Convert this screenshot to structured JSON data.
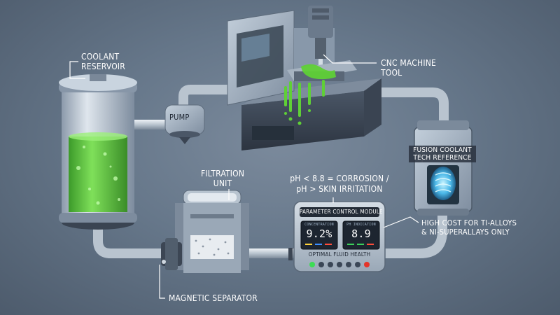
{
  "labels": {
    "coolant_reservoir": [
      "COOLANT",
      "RESERVOIR"
    ],
    "pump": "PUMP",
    "cnc_machine": [
      "CNC MACHINE",
      "TOOL"
    ],
    "fusion_coolant": [
      "FUSION COOLANT",
      "TECH REFERENCE"
    ],
    "filtration_unit": [
      "FILTRATION",
      "UNIT"
    ],
    "magnetic_separator": "MAGNETIC SEPARATOR",
    "ph_note": [
      "pH < 8.8 = CORROSION /",
      "pH > SKIN IRRITATION"
    ],
    "high_cost": [
      "HIGH COST FOR TI-ALLOYS",
      "& NI-SUPERALLAYS ONLY"
    ]
  },
  "module": {
    "title": "PARAMETER CONTROL MODULE",
    "left_display": {
      "caption": "CONCENTRATION",
      "value": "9.2%"
    },
    "right_display": {
      "caption": "PH INDICATION",
      "value": "8.9"
    },
    "status": "OPTIMAL FLUID HEALTH"
  },
  "colors": {
    "coolant_green": "#57c43a",
    "pipe": "#c9d3dc",
    "machine_body": "#9aa9ba",
    "display_bg": "#1d2530",
    "background": "#66778a"
  }
}
